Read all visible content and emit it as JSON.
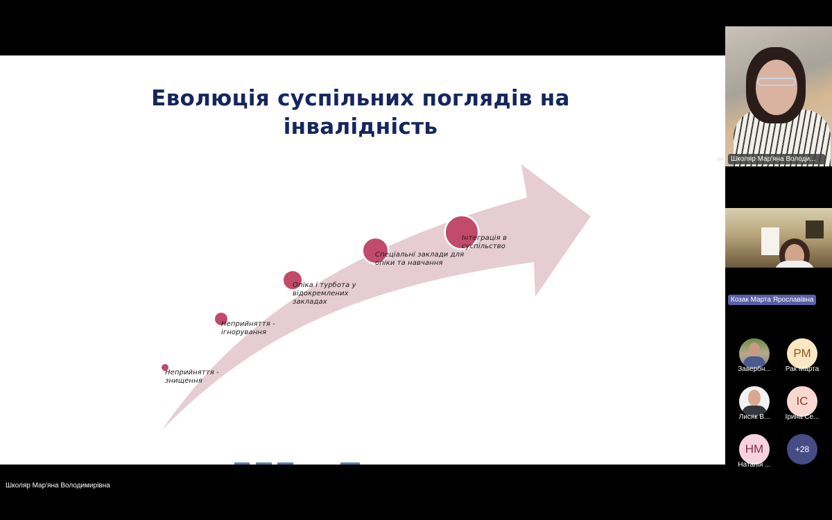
{
  "slide": {
    "title_line1": "Еволюція суспільних поглядів на",
    "title_line2": "інвалідність",
    "colors": {
      "title": "#14265e",
      "arrow": "#e5cdd3",
      "milestone": "#c24a6a"
    },
    "milestones": [
      {
        "label_line1": "Неприйняття -",
        "label_line2": "знищення",
        "label_line3": ""
      },
      {
        "label_line1": "Неприйняття -",
        "label_line2": "ігнорування",
        "label_line3": ""
      },
      {
        "label_line1": "Опіка і турбота у",
        "label_line2": "відокремлених",
        "label_line3": "закладах"
      },
      {
        "label_line1": "Спеціальні заклади для",
        "label_line2": "опіки та навчання",
        "label_line3": ""
      },
      {
        "label_line1": "Інтеграція в",
        "label_line2": "суспільство",
        "label_line3": ""
      }
    ]
  },
  "presenter": {
    "name": "Школяр Мар'яна Володимирівна"
  },
  "video_tiles": [
    {
      "name": "Школяр Мар'яна Володи..."
    },
    {
      "name": "Козак Марта Ярославівна"
    }
  ],
  "participants": [
    {
      "name": "Завербн...",
      "initials": "",
      "type": "photo"
    },
    {
      "name": "Рак Марта",
      "initials": "РМ",
      "type": "initials",
      "bg": "#fbe7c4",
      "fg": "#8a5a15"
    },
    {
      "name": "Лисяк В...",
      "initials": "",
      "type": "photo"
    },
    {
      "name": "Ірина Се...",
      "initials": "ІС",
      "type": "initials",
      "bg": "#f9d9cf",
      "fg": "#8b3a2a"
    },
    {
      "name": "Наталія ...",
      "initials": "НМ",
      "type": "initials",
      "bg": "#f6d3de",
      "fg": "#8b2a4a"
    }
  ],
  "overflow": {
    "label": "+28",
    "bg": "#474c85"
  }
}
